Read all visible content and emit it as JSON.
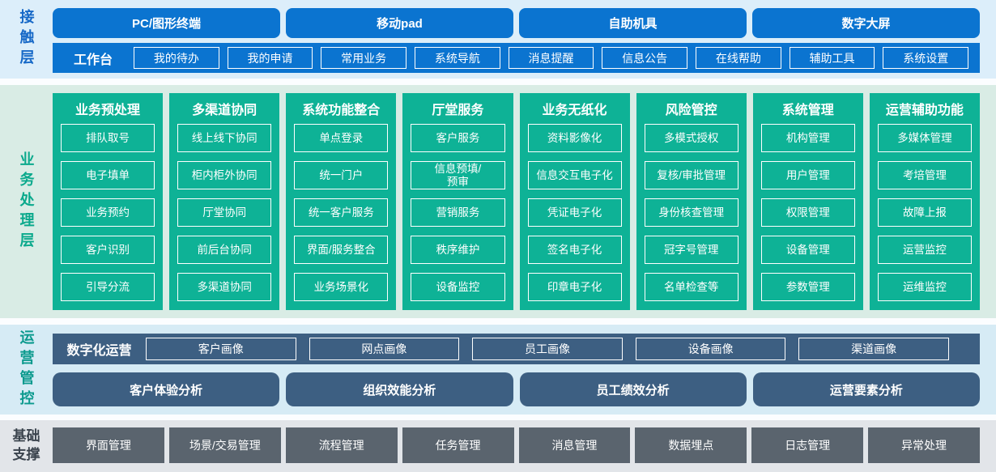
{
  "colors": {
    "contact_accent": "#0b74d0",
    "business_accent": "#0eb296",
    "operations_accent": "#3d5f82",
    "foundation_accent": "#5a646e",
    "contact_band_bg": "#dceefa",
    "business_band_bg": "#d9ece5",
    "operations_band_bg": "#d6ebf5",
    "foundation_band_bg": "#e2e5e9"
  },
  "layers": {
    "contact": {
      "label": "接触层",
      "terminals": [
        "PC/图形终端",
        "移动pad",
        "自助机具",
        "数字大屏"
      ],
      "workbench_label": "工作台",
      "workbench_items": [
        "我的待办",
        "我的申请",
        "常用业务",
        "系统导航",
        "消息提醒",
        "信息公告",
        "在线帮助",
        "辅助工具",
        "系统设置"
      ]
    },
    "business": {
      "label": "业务处理层",
      "columns": [
        {
          "title": "业务预处理",
          "items": [
            "排队取号",
            "电子填单",
            "业务预约",
            "客户识别",
            "引导分流"
          ]
        },
        {
          "title": "多渠道协同",
          "items": [
            "线上线下协同",
            "柜内柜外协同",
            "厅堂协同",
            "前后台协同",
            "多渠道协同"
          ]
        },
        {
          "title": "系统功能整合",
          "items": [
            "单点登录",
            "统一门户",
            "统一客户服务",
            "界面/服务整合",
            "业务场景化"
          ]
        },
        {
          "title": "厅堂服务",
          "items": [
            "客户服务",
            "信息预填/\n预审",
            "营销服务",
            "秩序维护",
            "设备监控"
          ]
        },
        {
          "title": "业务无纸化",
          "items": [
            "资料影像化",
            "信息交互电子化",
            "凭证电子化",
            "签名电子化",
            "印章电子化"
          ]
        },
        {
          "title": "风险管控",
          "items": [
            "多模式授权",
            "复核/审批管理",
            "身份核查管理",
            "冠字号管理",
            "名单检查等"
          ]
        },
        {
          "title": "系统管理",
          "items": [
            "机构管理",
            "用户管理",
            "权限管理",
            "设备管理",
            "参数管理"
          ]
        },
        {
          "title": "运营辅助功能",
          "items": [
            "多媒体管理",
            "考培管理",
            "故障上报",
            "运营监控",
            "运维监控"
          ]
        }
      ]
    },
    "operations": {
      "label": "运营管控",
      "digital_label": "数字化运营",
      "portraits": [
        "客户画像",
        "网点画像",
        "员工画像",
        "设备画像",
        "渠道画像"
      ],
      "analyses": [
        "客户体验分析",
        "组织效能分析",
        "员工绩效分析",
        "运营要素分析"
      ]
    },
    "foundation": {
      "label": "基础\n支撑",
      "items": [
        "界面管理",
        "场景/交易管理",
        "流程管理",
        "任务管理",
        "消息管理",
        "数据埋点",
        "日志管理",
        "异常处理"
      ]
    }
  }
}
